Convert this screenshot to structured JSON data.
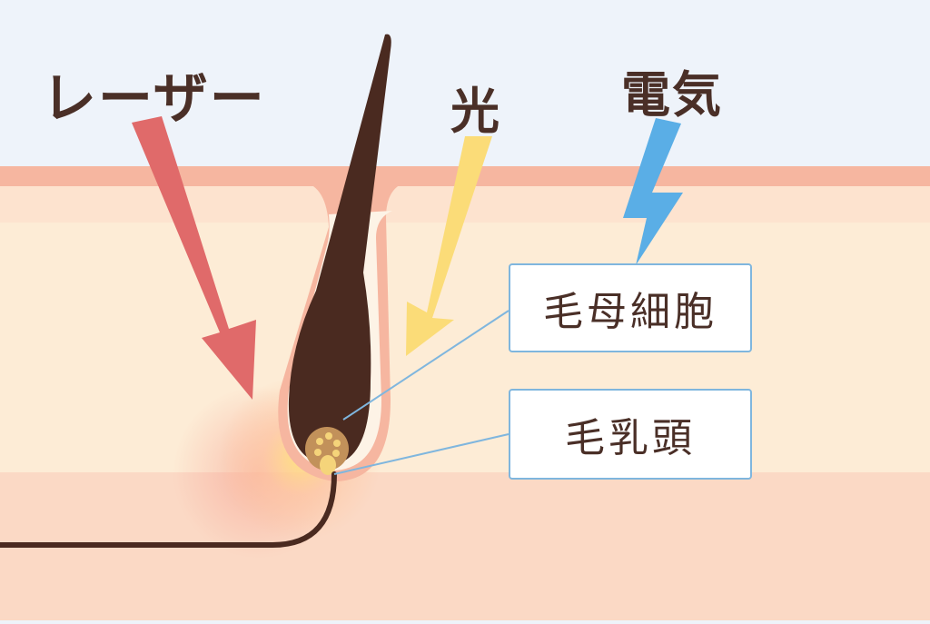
{
  "labels": {
    "laser": "レーザー",
    "light": "光",
    "electricity": "電気",
    "hair_matrix_cell": "毛母細胞",
    "dermal_papilla": "毛乳頭"
  },
  "colors": {
    "sky": "#eef3fa",
    "epidermis": "#f6b6a0",
    "dermis": "#fdecd6",
    "subcutis": "#fbd9c5",
    "hair": "#4a2a20",
    "laser_arrow": "#e06a6a",
    "light_arrow": "#fbdc78",
    "electric_bolt": "#5aaee6",
    "callout_border": "#7fb6de"
  }
}
